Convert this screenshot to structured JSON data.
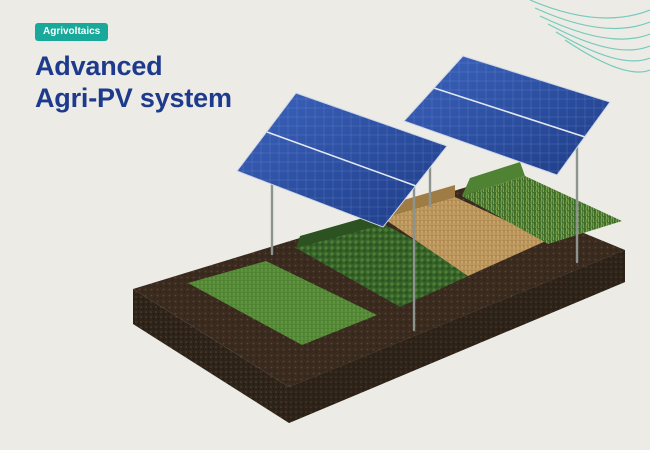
{
  "badge": {
    "label": "Agrivoltaics"
  },
  "headline": {
    "line1": "Advanced",
    "line2": "Agri-PV system"
  },
  "colors": {
    "background": "#ecebe6",
    "badge_bg": "#19a99b",
    "headline": "#1e3a8c",
    "deco_lines": "#57c2b3",
    "panel": "#2b4ea3",
    "soil": "#3a2b1e"
  },
  "illustration": {
    "plots": [
      "grass",
      "clover",
      "wheat",
      "barley"
    ],
    "panel_rows": 2,
    "icons": [
      "solar-panel-icon",
      "crop-bed-icon",
      "decorative-lines-icon"
    ]
  }
}
